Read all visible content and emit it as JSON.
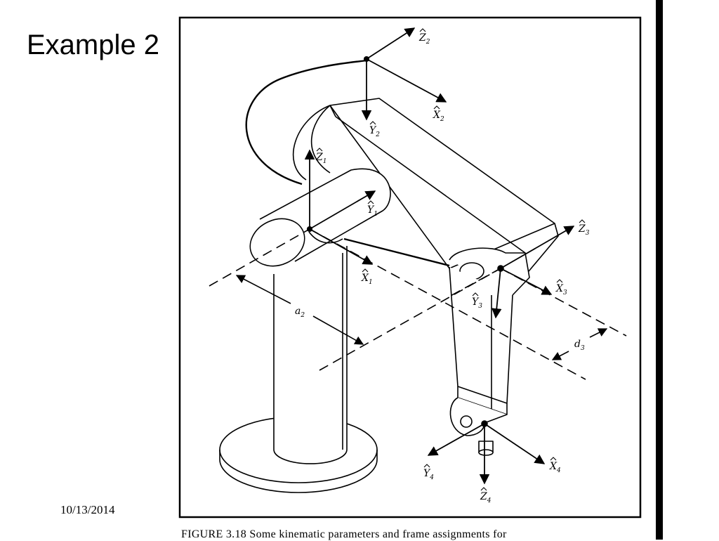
{
  "slide": {
    "title": "Example 2",
    "date": "10/13/2014",
    "caption": "FIGURE 3.18   Some kinematic parameters and frame assignments for"
  },
  "figure": {
    "labels": {
      "Z2": {
        "base": "Z",
        "sub": "2"
      },
      "X2": {
        "base": "X",
        "sub": "2"
      },
      "Y2": {
        "base": "Y",
        "sub": "2"
      },
      "Z1": {
        "base": "Z",
        "sub": "1"
      },
      "Y1": {
        "base": "Y",
        "sub": "1"
      },
      "X1": {
        "base": "X",
        "sub": "1"
      },
      "Z3": {
        "base": "Z",
        "sub": "3"
      },
      "X3": {
        "base": "X",
        "sub": "3"
      },
      "Y3": {
        "base": "Y",
        "sub": "3"
      },
      "Y4": {
        "base": "Y",
        "sub": "4"
      },
      "X4": {
        "base": "X",
        "sub": "4"
      },
      "Z4": {
        "base": "Z",
        "sub": "4"
      },
      "a2": {
        "base": "a",
        "sub": "2"
      },
      "d3": {
        "base": "d",
        "sub": "3"
      }
    }
  }
}
